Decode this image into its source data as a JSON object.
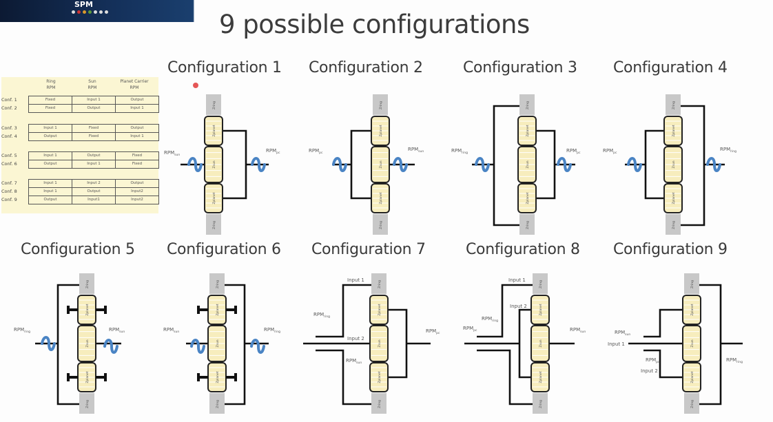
{
  "banner": {
    "logo_text": "SPM",
    "dot_colors": [
      "#ddd",
      "#c33",
      "#d89a2b",
      "#5a9a3a",
      "#ddd",
      "#ddd",
      "#ddd"
    ]
  },
  "title": "9 possible configurations",
  "table": {
    "headers": [
      [
        "Ring",
        "RPM"
      ],
      [
        "Sun",
        "RPM"
      ],
      [
        "Planet Carrier",
        "RPM"
      ]
    ],
    "groups": [
      [
        {
          "label": "Conf. 1",
          "cells": [
            "Fixed",
            "Input 1",
            "Output"
          ]
        },
        {
          "label": "Conf. 2",
          "cells": [
            "Fixed",
            "Output",
            "Input 1"
          ]
        }
      ],
      [
        {
          "label": "Conf. 3",
          "cells": [
            "Input 1",
            "Fixed",
            "Output"
          ]
        },
        {
          "label": "Conf. 4",
          "cells": [
            "Output",
            "Fixed",
            "Input 1"
          ]
        }
      ],
      [
        {
          "label": "Conf. 5",
          "cells": [
            "Input 1",
            "Output",
            "Fixed"
          ]
        },
        {
          "label": "Conf. 6",
          "cells": [
            "Output",
            "Input 1",
            "Fixed"
          ]
        }
      ],
      [
        {
          "label": "Conf. 7",
          "cells": [
            "Input 1",
            "Input 2",
            "Output"
          ]
        },
        {
          "label": "Conf. 8",
          "cells": [
            "Input 1",
            "Output",
            "Input2"
          ]
        },
        {
          "label": "Conf. 9",
          "cells": [
            "Output",
            "Input1",
            "Input2"
          ]
        }
      ]
    ]
  },
  "gear_labels": {
    "ring": "Z",
    "ring_sub": "ring",
    "planet": "Z",
    "planet_sub": "planet",
    "sun": "Z",
    "sun_sub": "sun"
  },
  "configs": [
    {
      "title": "Configuration 1",
      "left_label": "RPM",
      "left_sub": "sun",
      "right_label": "RPM",
      "right_sub": "pc",
      "type": "pc-right"
    },
    {
      "title": "Configuration 2",
      "left_label": "RPM",
      "left_sub": "pc",
      "right_label": "RPM",
      "right_sub": "sun",
      "type": "pc-left"
    },
    {
      "title": "Configuration 3",
      "left_label": "RPM",
      "left_sub": "ring",
      "right_label": "RPM",
      "right_sub": "pc",
      "type": "ring-left-pc-right"
    },
    {
      "title": "Configuration 4",
      "left_label": "RPM",
      "left_sub": "pc",
      "right_label": "RPM",
      "right_sub": "ring",
      "type": "pc-left-ring-right"
    },
    {
      "title": "Configuration 5",
      "left_label": "RPM",
      "left_sub": "ring",
      "right_label": "RPM",
      "right_sub": "sun",
      "type": "ring-left-fixed"
    },
    {
      "title": "Configuration 6",
      "left_label": "RPM",
      "left_sub": "sun",
      "right_label": "RPM",
      "right_sub": "ring",
      "type": "ring-right-fixed"
    },
    {
      "title": "Configuration 7",
      "labels": [
        {
          "t": "Input 1",
          "s": ""
        },
        {
          "t": "RPM",
          "s": "ring"
        },
        {
          "t": "Input 2",
          "s": ""
        },
        {
          "t": "RPM",
          "s": "sun"
        },
        {
          "t": "RPM",
          "s": "pc"
        }
      ],
      "type": "c7"
    },
    {
      "title": "Configuration 8",
      "labels": [
        {
          "t": "Input 1",
          "s": ""
        },
        {
          "t": "Input 2",
          "s": ""
        },
        {
          "t": "RPM",
          "s": "ring"
        },
        {
          "t": "RPM",
          "s": "pc"
        },
        {
          "t": "RPM",
          "s": "sun"
        }
      ],
      "type": "c8"
    },
    {
      "title": "Configuration 9",
      "labels": [
        {
          "t": "RPM",
          "s": "sun"
        },
        {
          "t": "Input 1",
          "s": ""
        },
        {
          "t": "RPM",
          "s": "pc"
        },
        {
          "t": "Input 2",
          "s": ""
        },
        {
          "t": "RPM",
          "s": "ring"
        }
      ],
      "type": "c9"
    }
  ]
}
